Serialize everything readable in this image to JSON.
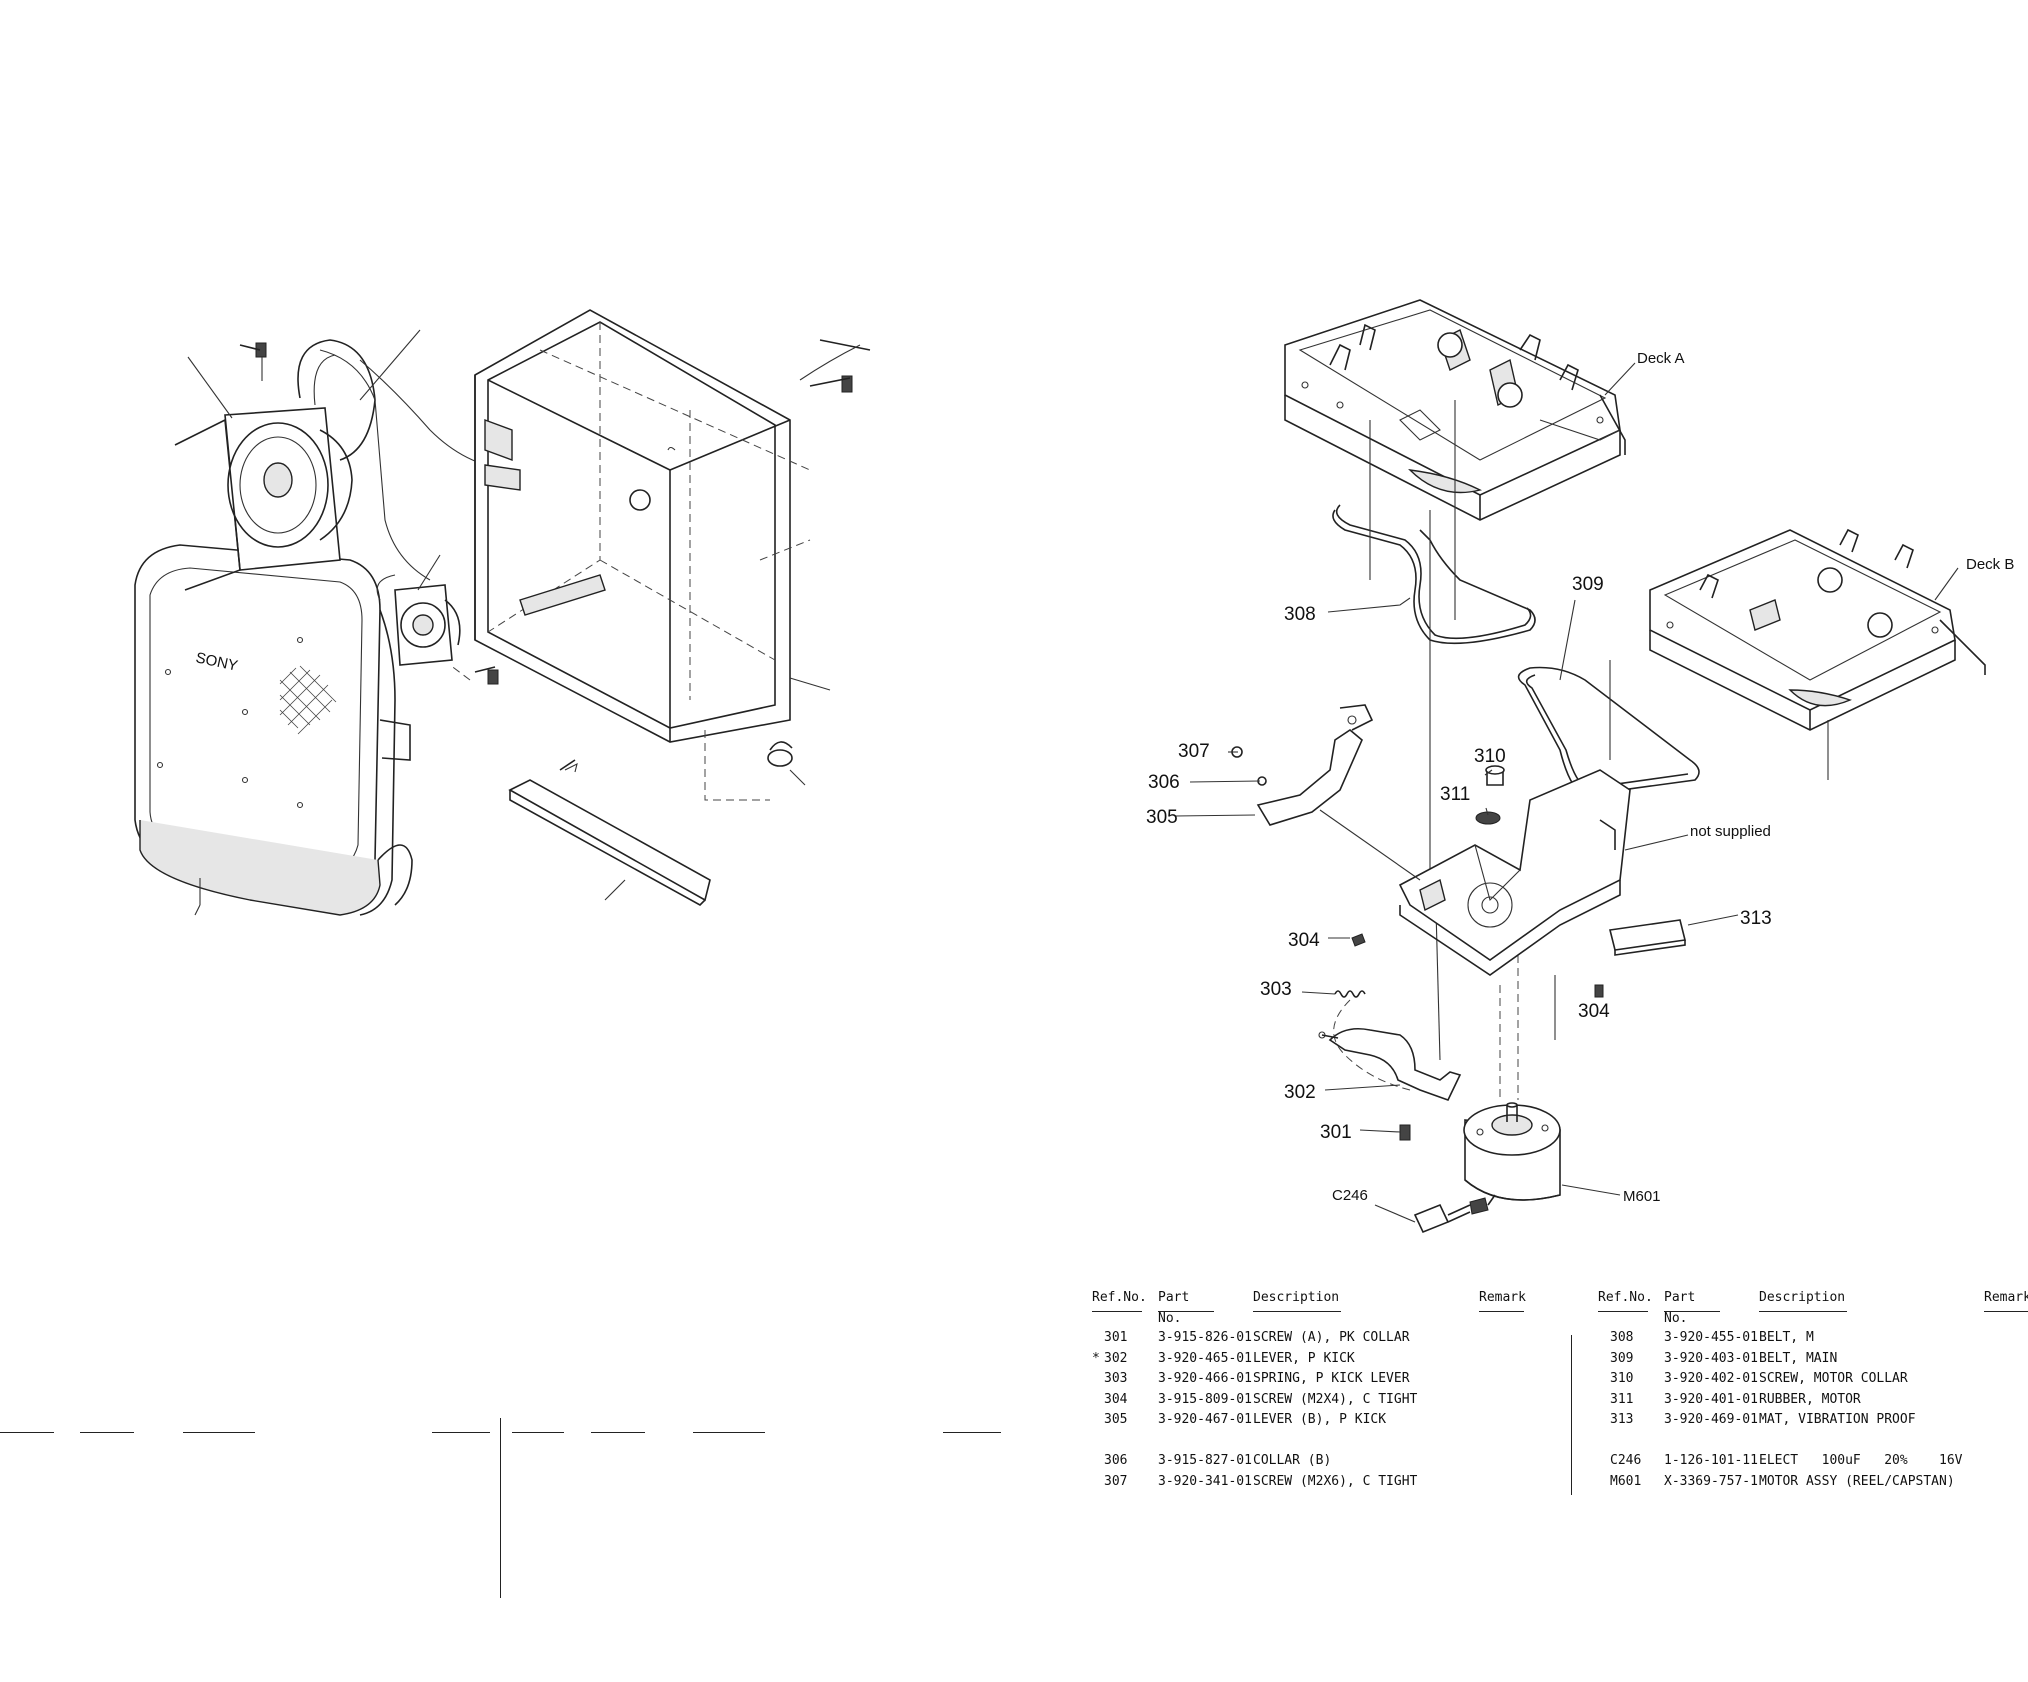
{
  "callouts": {
    "deck_a": "Deck A",
    "deck_b": "Deck B",
    "not_supplied": "not supplied",
    "c246": "C246",
    "m601": "M601",
    "n301": "301",
    "n302": "302",
    "n303": "303",
    "n304a": "304",
    "n304b": "304",
    "n305": "305",
    "n306": "306",
    "n307": "307",
    "n308": "308",
    "n309": "309",
    "n310": "310",
    "n311": "311",
    "n313": "313"
  },
  "table_left": {
    "headers": {
      "ref": "Ref.No.",
      "part": "Part No.",
      "desc": "Description",
      "remark": "Remark"
    },
    "rows": [
      {
        "mark": "",
        "ref": "301",
        "part": "3-915-826-01",
        "desc": "SCREW (A), PK COLLAR"
      },
      {
        "mark": "*",
        "ref": "302",
        "part": "3-920-465-01",
        "desc": "LEVER, P KICK"
      },
      {
        "mark": "",
        "ref": "303",
        "part": "3-920-466-01",
        "desc": "SPRING, P KICK LEVER"
      },
      {
        "mark": "",
        "ref": "304",
        "part": "3-915-809-01",
        "desc": "SCREW (M2X4), C TIGHT"
      },
      {
        "mark": "",
        "ref": "305",
        "part": "3-920-467-01",
        "desc": "LEVER (B), P KICK"
      },
      {
        "mark": "",
        "ref": "306",
        "part": "3-915-827-01",
        "desc": "COLLAR (B)"
      },
      {
        "mark": "",
        "ref": "307",
        "part": "3-920-341-01",
        "desc": "SCREW (M2X6), C TIGHT"
      }
    ]
  },
  "table_right": {
    "headers": {
      "ref": "Ref.No.",
      "part": "Part No.",
      "desc": "Description",
      "remark": "Remark"
    },
    "rows": [
      {
        "ref": "308",
        "part": "3-920-455-01",
        "desc": "BELT, M"
      },
      {
        "ref": "309",
        "part": "3-920-403-01",
        "desc": "BELT, MAIN"
      },
      {
        "ref": "310",
        "part": "3-920-402-01",
        "desc": "SCREW, MOTOR COLLAR"
      },
      {
        "ref": "311",
        "part": "3-920-401-01",
        "desc": "RUBBER, MOTOR"
      },
      {
        "ref": "313",
        "part": "3-920-469-01",
        "desc": "MAT, VIBRATION PROOF"
      },
      {
        "ref": "C246",
        "part": "1-126-101-11",
        "desc": "ELECT   100uF   20%    16V"
      },
      {
        "ref": "M601",
        "part": "X-3369-757-1",
        "desc": "MOTOR ASSY (REEL/CAPSTAN)"
      }
    ]
  },
  "logo_text": "SONY"
}
